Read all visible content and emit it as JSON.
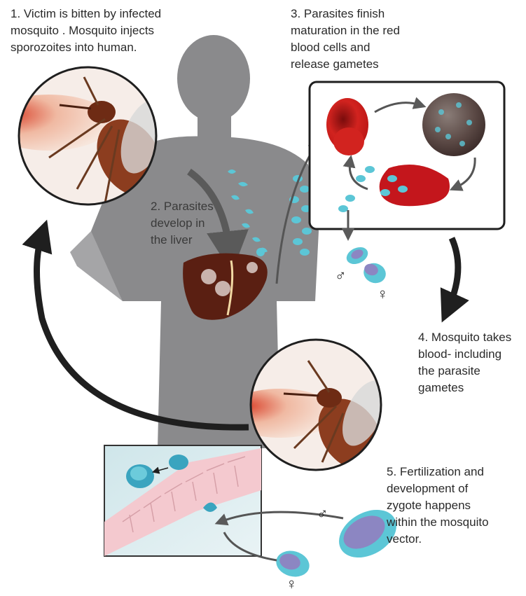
{
  "captions": {
    "step1": [
      "1. Victim is bitten by infected",
      "mosquito . Mosquito injects",
      "sporozoites into human."
    ],
    "step2": [
      "2. Parasites",
      "develop in",
      "the liver"
    ],
    "step3": [
      "3. Parasites finish",
      "maturation in the red",
      "blood cells  and",
      "release gametes"
    ],
    "step4": [
      "4. Mosquito takes",
      "blood- including",
      "the parasite",
      "gametes"
    ],
    "step5": [
      "5. Fertilization and",
      "development of",
      "zygote happens",
      "within the mosquito",
      "vector."
    ]
  },
  "symbols": {
    "male": "♂",
    "female": "♀"
  },
  "colors": {
    "silhouette": "#8a8a8c",
    "liver": "#5a1f12",
    "red_cell": "#c4161c",
    "parasite": "#5cc6d6",
    "arrow": "#1f1f1f",
    "flow_arrow": "#555555"
  }
}
